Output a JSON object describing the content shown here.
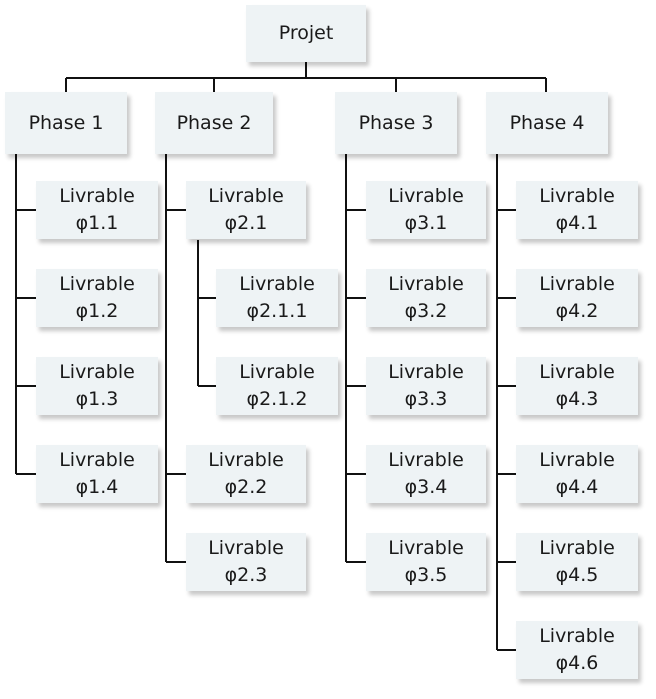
{
  "root": "Projet",
  "phases": [
    {
      "label": "Phase 1",
      "deliverables": [
        {
          "line1": "Livrable",
          "line2": "φ1.1"
        },
        {
          "line1": "Livrable",
          "line2": "φ1.2"
        },
        {
          "line1": "Livrable",
          "line2": "φ1.3"
        },
        {
          "line1": "Livrable",
          "line2": "φ1.4"
        }
      ]
    },
    {
      "label": "Phase 2",
      "deliverables": [
        {
          "line1": "Livrable",
          "line2": "φ2.1"
        },
        {
          "line1": "Livrable",
          "line2": "φ2.1.1"
        },
        {
          "line1": "Livrable",
          "line2": "φ2.1.2"
        },
        {
          "line1": "Livrable",
          "line2": "φ2.2"
        },
        {
          "line1": "Livrable",
          "line2": "φ2.3"
        }
      ]
    },
    {
      "label": "Phase 3",
      "deliverables": [
        {
          "line1": "Livrable",
          "line2": "φ3.1"
        },
        {
          "line1": "Livrable",
          "line2": "φ3.2"
        },
        {
          "line1": "Livrable",
          "line2": "φ3.3"
        },
        {
          "line1": "Livrable",
          "line2": "φ3.4"
        },
        {
          "line1": "Livrable",
          "line2": "φ3.5"
        }
      ]
    },
    {
      "label": "Phase 4",
      "deliverables": [
        {
          "line1": "Livrable",
          "line2": "φ4.1"
        },
        {
          "line1": "Livrable",
          "line2": "φ4.2"
        },
        {
          "line1": "Livrable",
          "line2": "φ4.3"
        },
        {
          "line1": "Livrable",
          "line2": "φ4.4"
        },
        {
          "line1": "Livrable",
          "line2": "φ4.5"
        },
        {
          "line1": "Livrable",
          "line2": "φ4.6"
        }
      ]
    }
  ]
}
